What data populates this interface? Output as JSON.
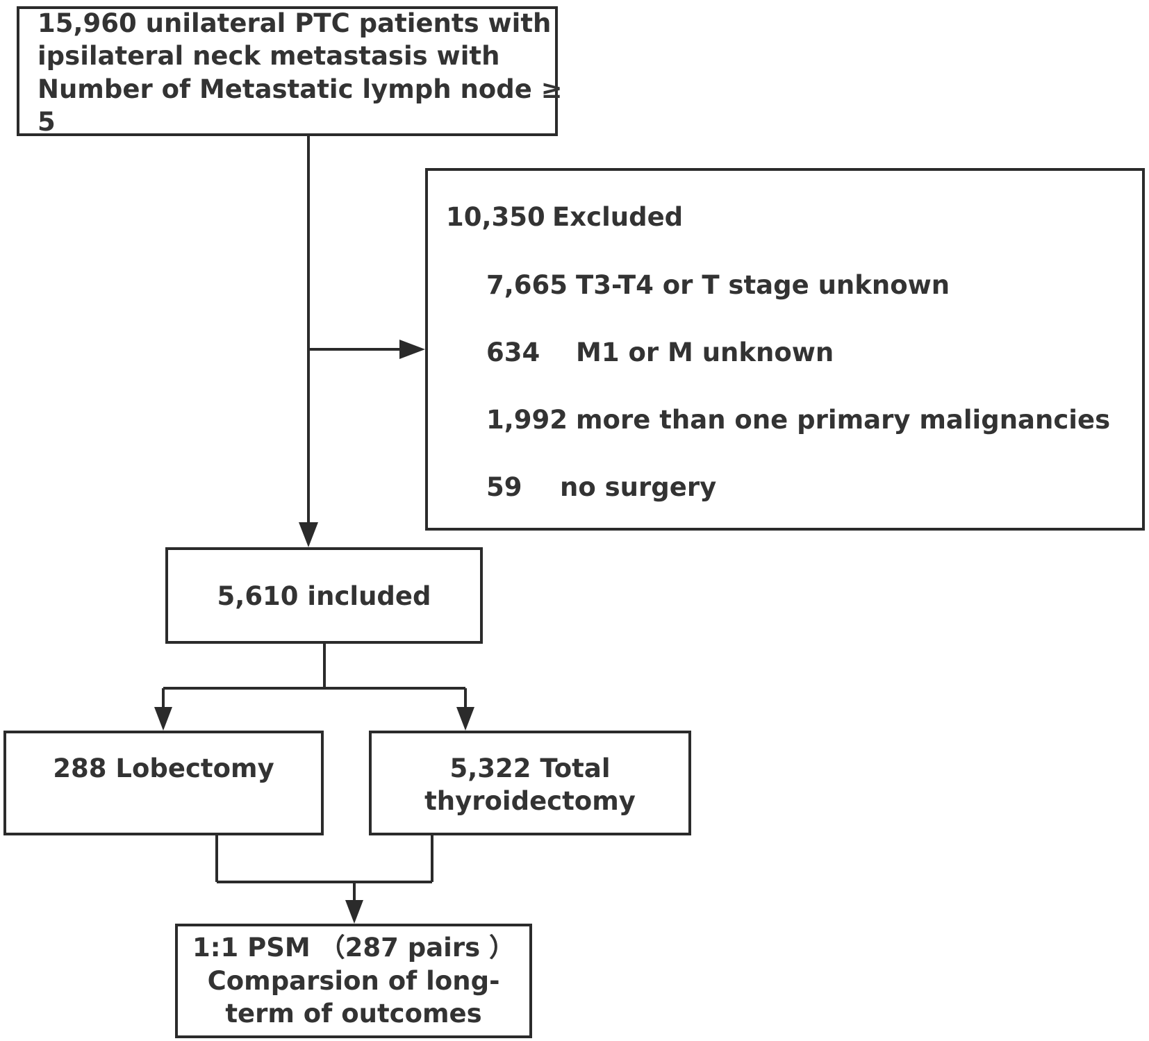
{
  "start": {
    "lines": [
      "15,960 unilateral PTC patients with",
      "ipsilateral neck metastasis with",
      "Number of Metastatic lymph node ≥",
      "5"
    ]
  },
  "excluded": {
    "header_count": "10,350",
    "header_label": "Excluded",
    "items": [
      {
        "count": "7,665",
        "reason": "T3-T4 or T stage unknown"
      },
      {
        "count": "634",
        "reason": "M1 or M unknown"
      },
      {
        "count": "1,992",
        "reason": "more than one primary malignancies"
      },
      {
        "count": "59",
        "reason": "no surgery"
      }
    ]
  },
  "included": {
    "label": "5,610 included"
  },
  "lobectomy": {
    "label": "288  Lobectomy"
  },
  "total": {
    "line1": "5,322 Total",
    "line2": "thyroidectomy"
  },
  "psm": {
    "line1": "1:1 PSM  （287 pairs ）",
    "line2": "Comparsion of long-",
    "line3": "term of outcomes"
  },
  "colors": {
    "stroke": "#2b2b2b",
    "text": "#333333"
  }
}
